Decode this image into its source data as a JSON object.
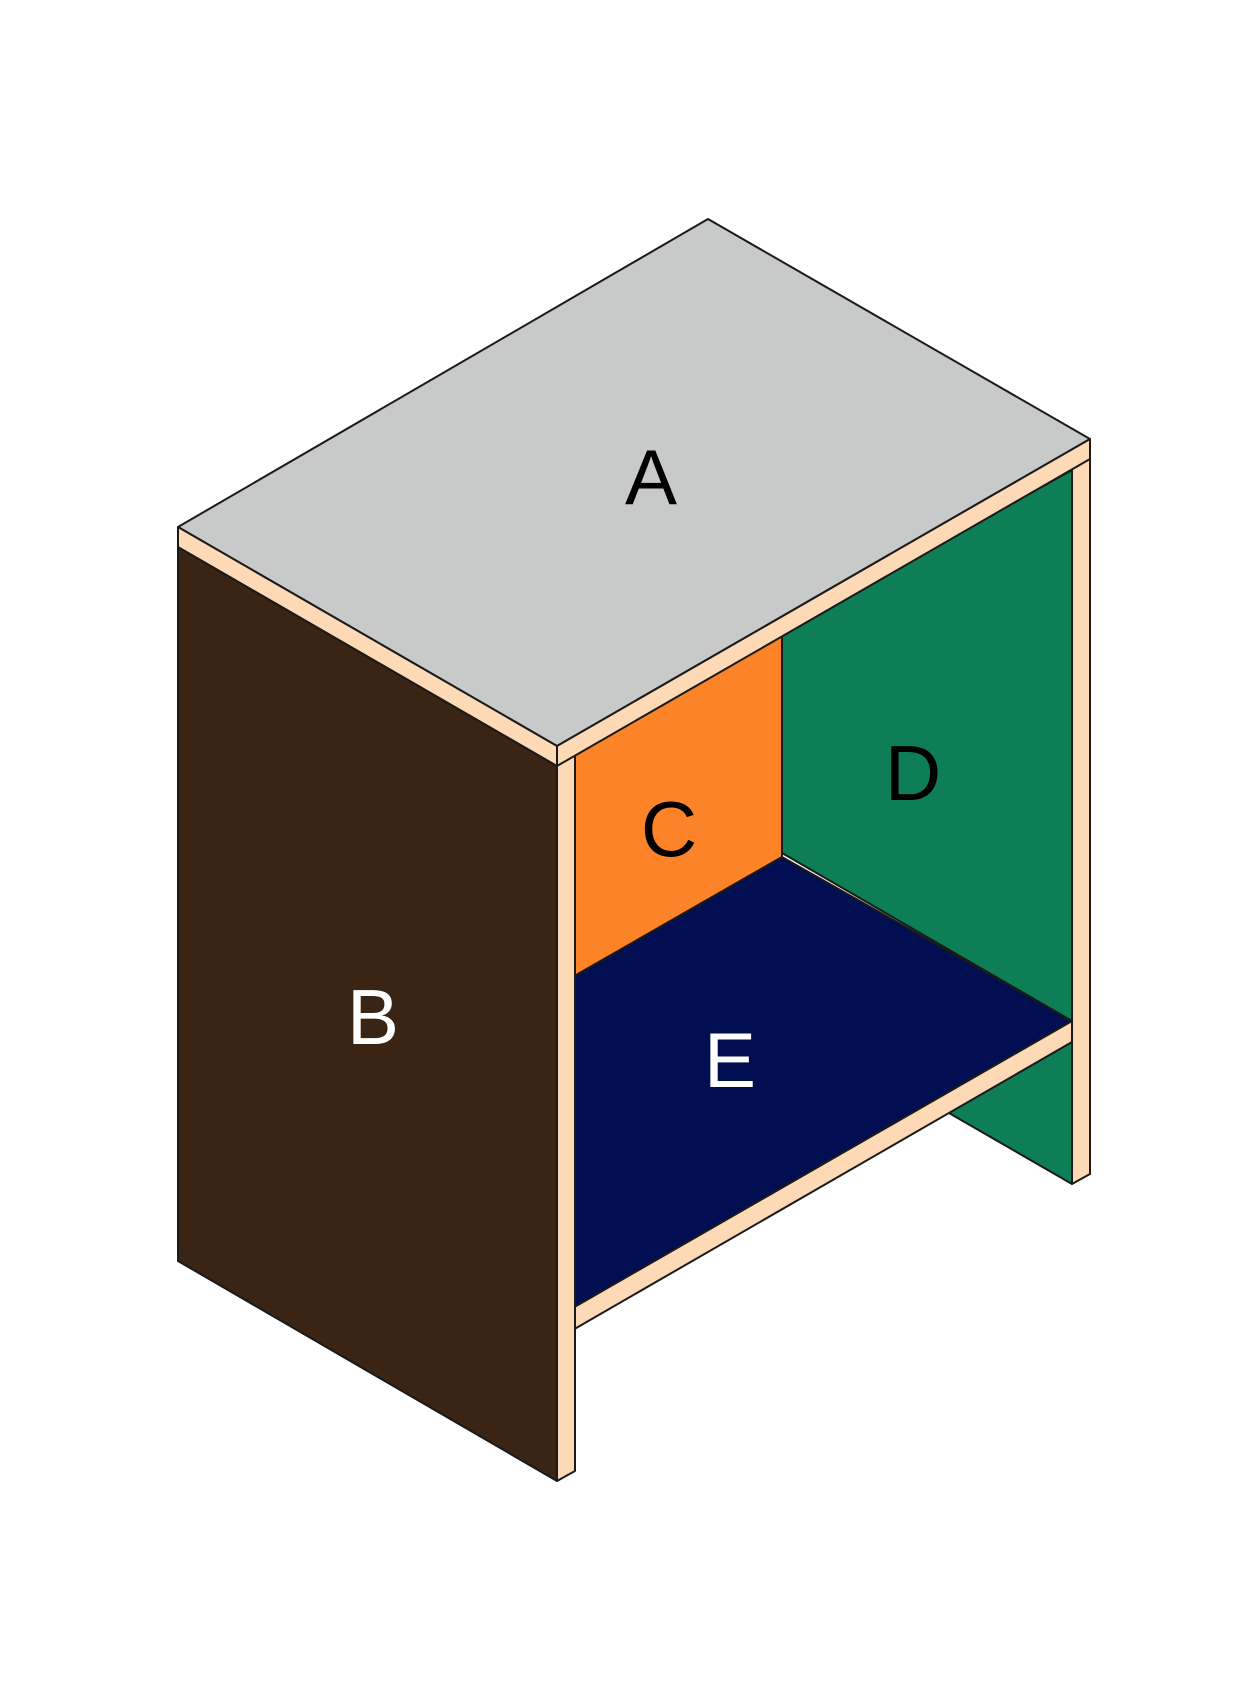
{
  "panels": {
    "top": {
      "label": "A",
      "color": "#c8cac9",
      "label_color": "#000000"
    },
    "side": {
      "label": "B",
      "color": "#3a2413",
      "label_color": "#ffffff"
    },
    "back": {
      "label": "C",
      "color": "#fd8328",
      "label_color": "#000000"
    },
    "right": {
      "label": "D",
      "color": "#0e7e57",
      "label_color": "#000000"
    },
    "bottom": {
      "label": "E",
      "color": "#010f52",
      "label_color": "#ffffff"
    }
  },
  "edge_color": "#fdd9b5"
}
